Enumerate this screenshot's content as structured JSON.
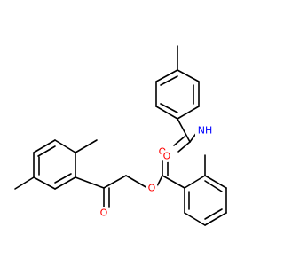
{
  "molecule": {
    "atoms": [
      {
        "id": "O_ketone",
        "element": "O",
        "label": "O",
        "color": "#ff0000"
      },
      {
        "id": "O_ester_carbonyl",
        "element": "O",
        "label": "O",
        "color": "#ff0000"
      },
      {
        "id": "O_ester_link",
        "element": "O",
        "label": "O",
        "color": "#ff0000"
      },
      {
        "id": "O_amide",
        "element": "O",
        "label": "O",
        "color": "#ff0000"
      },
      {
        "id": "N_amide",
        "element": "N",
        "label": "NH",
        "color": "#0000ff"
      }
    ],
    "bond_color": "#000000",
    "background": "#ffffff"
  }
}
